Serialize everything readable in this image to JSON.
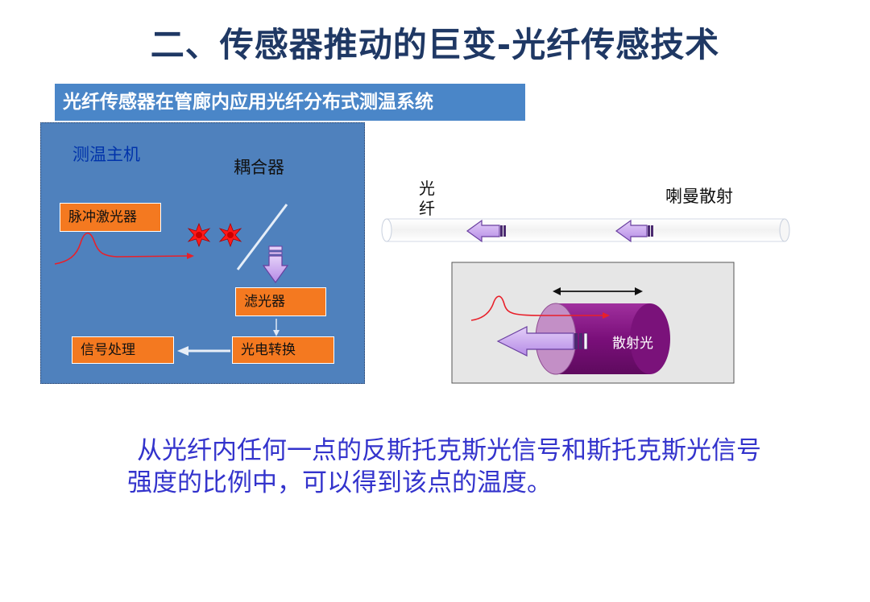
{
  "title": "二、传感器推动的巨变-光纤传感技术",
  "subtitle": "光纤传感器在管廊内应用光纤分布式测温系统",
  "host": {
    "label": "测温主机",
    "coupler_label": "耦合器",
    "boxes": {
      "pulse_laser": "脉冲激光器",
      "filter": "滤光器",
      "signal_processing": "信号处理",
      "photoelectric": "光电转换"
    }
  },
  "fiber": {
    "fiber_label": "光纤",
    "raman_label": "喇曼散射",
    "scatter_label": "散射光"
  },
  "caption": "从光纤内任何一点的反斯托克斯光信号和斯托克斯光信号强度的比例中，可以得到该点的温度。",
  "colors": {
    "title": "#1f3864",
    "subtitle_bar": "#4a86c8",
    "panel": "#4f81bd",
    "box": "#f47920",
    "arrow": "#c9a0f0",
    "cylinder": "#8b1a8b",
    "caption": "#3333cc"
  }
}
